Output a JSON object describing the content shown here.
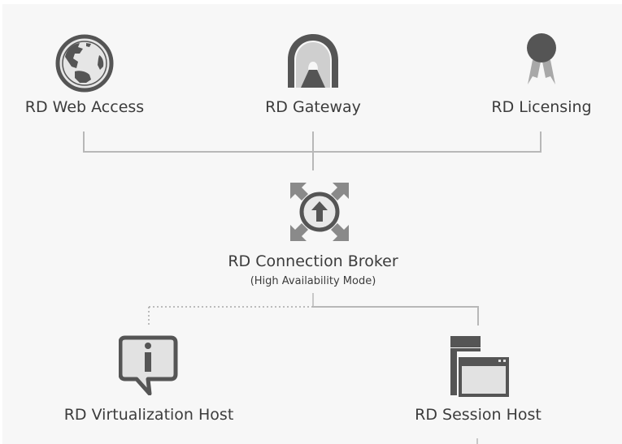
{
  "diagram": {
    "title": "Remote Desktop Services Deployment Overview",
    "nodes": [
      {
        "id": "web-access",
        "label": "RD Web Access",
        "icon": "globe-icon"
      },
      {
        "id": "gateway",
        "label": "RD Gateway",
        "icon": "tunnel-icon"
      },
      {
        "id": "licensing",
        "label": "RD Licensing",
        "icon": "ribbon-award-icon"
      },
      {
        "id": "connection-broker",
        "label": "RD Connection Broker",
        "sublabel": "(High Availability Mode)",
        "icon": "broker-arrows-icon"
      },
      {
        "id": "virtualization-host",
        "label": "RD Virtualization Host",
        "icon": "info-speech-bubble-icon"
      },
      {
        "id": "session-host",
        "label": "RD Session Host",
        "icon": "server-window-icon"
      }
    ],
    "edges": [
      {
        "from": "web-access",
        "to": "connection-broker",
        "style": "solid"
      },
      {
        "from": "gateway",
        "to": "connection-broker",
        "style": "solid"
      },
      {
        "from": "licensing",
        "to": "connection-broker",
        "style": "solid"
      },
      {
        "from": "connection-broker",
        "to": "virtualization-host",
        "style": "dotted"
      },
      {
        "from": "connection-broker",
        "to": "session-host",
        "style": "solid"
      }
    ],
    "colors": {
      "background": "#f7f7f7",
      "line": "#b8b8b8",
      "icon_dark": "#555555",
      "icon_light": "#e2e2e2",
      "text": "#3c3c3c"
    }
  }
}
